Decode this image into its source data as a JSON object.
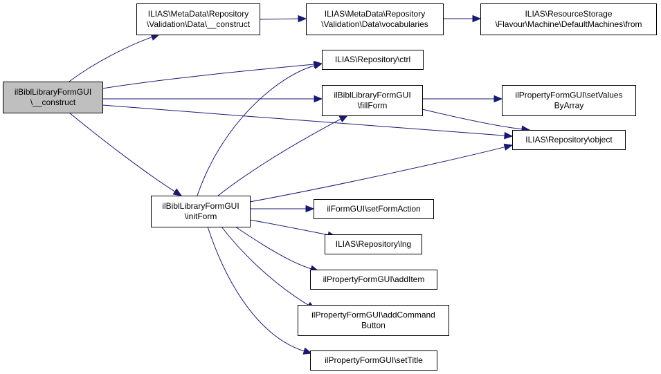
{
  "diagram": {
    "type": "call-graph",
    "edge_color": "#191970",
    "root_fill": "#bfbfbf",
    "node_fill": "#ffffff",
    "nodes": [
      {
        "id": "root",
        "lines": [
          "ilBiblLibraryFormGUI",
          "\\__construct"
        ],
        "root": true
      },
      {
        "id": "val_construct",
        "lines": [
          "ILIAS\\MetaData\\Repository",
          "\\Validation\\Data\\__construct"
        ]
      },
      {
        "id": "vocabularies",
        "lines": [
          "ILIAS\\MetaData\\Repository",
          "\\Validation\\Data\\vocabularies"
        ]
      },
      {
        "id": "from",
        "lines": [
          "ILIAS\\ResourceStorage",
          "\\Flavour\\Machine\\DefaultMachines\\from"
        ]
      },
      {
        "id": "ctrl",
        "lines": [
          "ILIAS\\Repository\\ctrl"
        ]
      },
      {
        "id": "fillForm",
        "lines": [
          "ilBiblLibraryFormGUI",
          "\\fillForm"
        ]
      },
      {
        "id": "setValuesByArray",
        "lines": [
          "ilPropertyFormGUI\\setValues",
          "ByArray"
        ]
      },
      {
        "id": "object",
        "lines": [
          "ILIAS\\Repository\\object"
        ]
      },
      {
        "id": "initForm",
        "lines": [
          "ilBiblLibraryFormGUI",
          "\\initForm"
        ]
      },
      {
        "id": "setFormAction",
        "lines": [
          "ilFormGUI\\setFormAction"
        ]
      },
      {
        "id": "lng",
        "lines": [
          "ILIAS\\Repository\\lng"
        ]
      },
      {
        "id": "addItem",
        "lines": [
          "ilPropertyFormGUI\\addItem"
        ]
      },
      {
        "id": "addCommandButton",
        "lines": [
          "ilPropertyFormGUI\\addCommand",
          "Button"
        ]
      },
      {
        "id": "setTitle",
        "lines": [
          "ilPropertyFormGUI\\setTitle"
        ]
      }
    ],
    "edges": [
      {
        "from": "root",
        "to": "val_construct"
      },
      {
        "from": "root",
        "to": "ctrl"
      },
      {
        "from": "root",
        "to": "fillForm"
      },
      {
        "from": "root",
        "to": "object"
      },
      {
        "from": "root",
        "to": "initForm"
      },
      {
        "from": "val_construct",
        "to": "vocabularies"
      },
      {
        "from": "vocabularies",
        "to": "from"
      },
      {
        "from": "fillForm",
        "to": "setValuesByArray"
      },
      {
        "from": "fillForm",
        "to": "object"
      },
      {
        "from": "initForm",
        "to": "ctrl"
      },
      {
        "from": "initForm",
        "to": "fillForm"
      },
      {
        "from": "initForm",
        "to": "object"
      },
      {
        "from": "initForm",
        "to": "setFormAction"
      },
      {
        "from": "initForm",
        "to": "lng"
      },
      {
        "from": "initForm",
        "to": "addItem"
      },
      {
        "from": "initForm",
        "to": "addCommandButton"
      },
      {
        "from": "initForm",
        "to": "setTitle"
      }
    ]
  }
}
